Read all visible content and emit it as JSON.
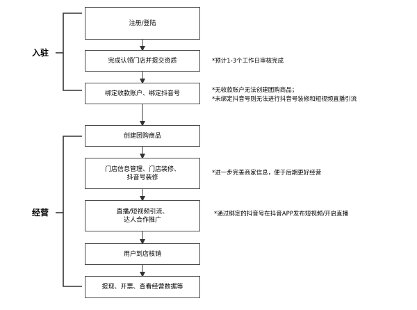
{
  "phases": {
    "entry": "入驻",
    "operate": "经营"
  },
  "steps": {
    "s1": "注册/登陆",
    "s2": "完成认领门店并提交资质",
    "s3": "绑定收款账户、绑定抖音号",
    "s4": "创建团购商品",
    "s5_line1": "门店信息管理、门店装修、",
    "s5_line2": "抖音号装修",
    "s6_line1": "直播/短视频引流、",
    "s6_line2": "达人合作推广",
    "s7": "用户到店核销",
    "s8": "提现、开票、查看经营数据等"
  },
  "notes": {
    "n1": "*预计1-3个工作日审核完成",
    "n2": "*无收款账户无法创建团购商品；",
    "n3": "*未绑定抖音号则无法进行抖音号装修和短视频直播引流",
    "n4": "*进一步完善商家信息，便于后期更好经营",
    "n5": "*通过绑定的抖音号在抖音APP发布短视频/开启直播"
  }
}
